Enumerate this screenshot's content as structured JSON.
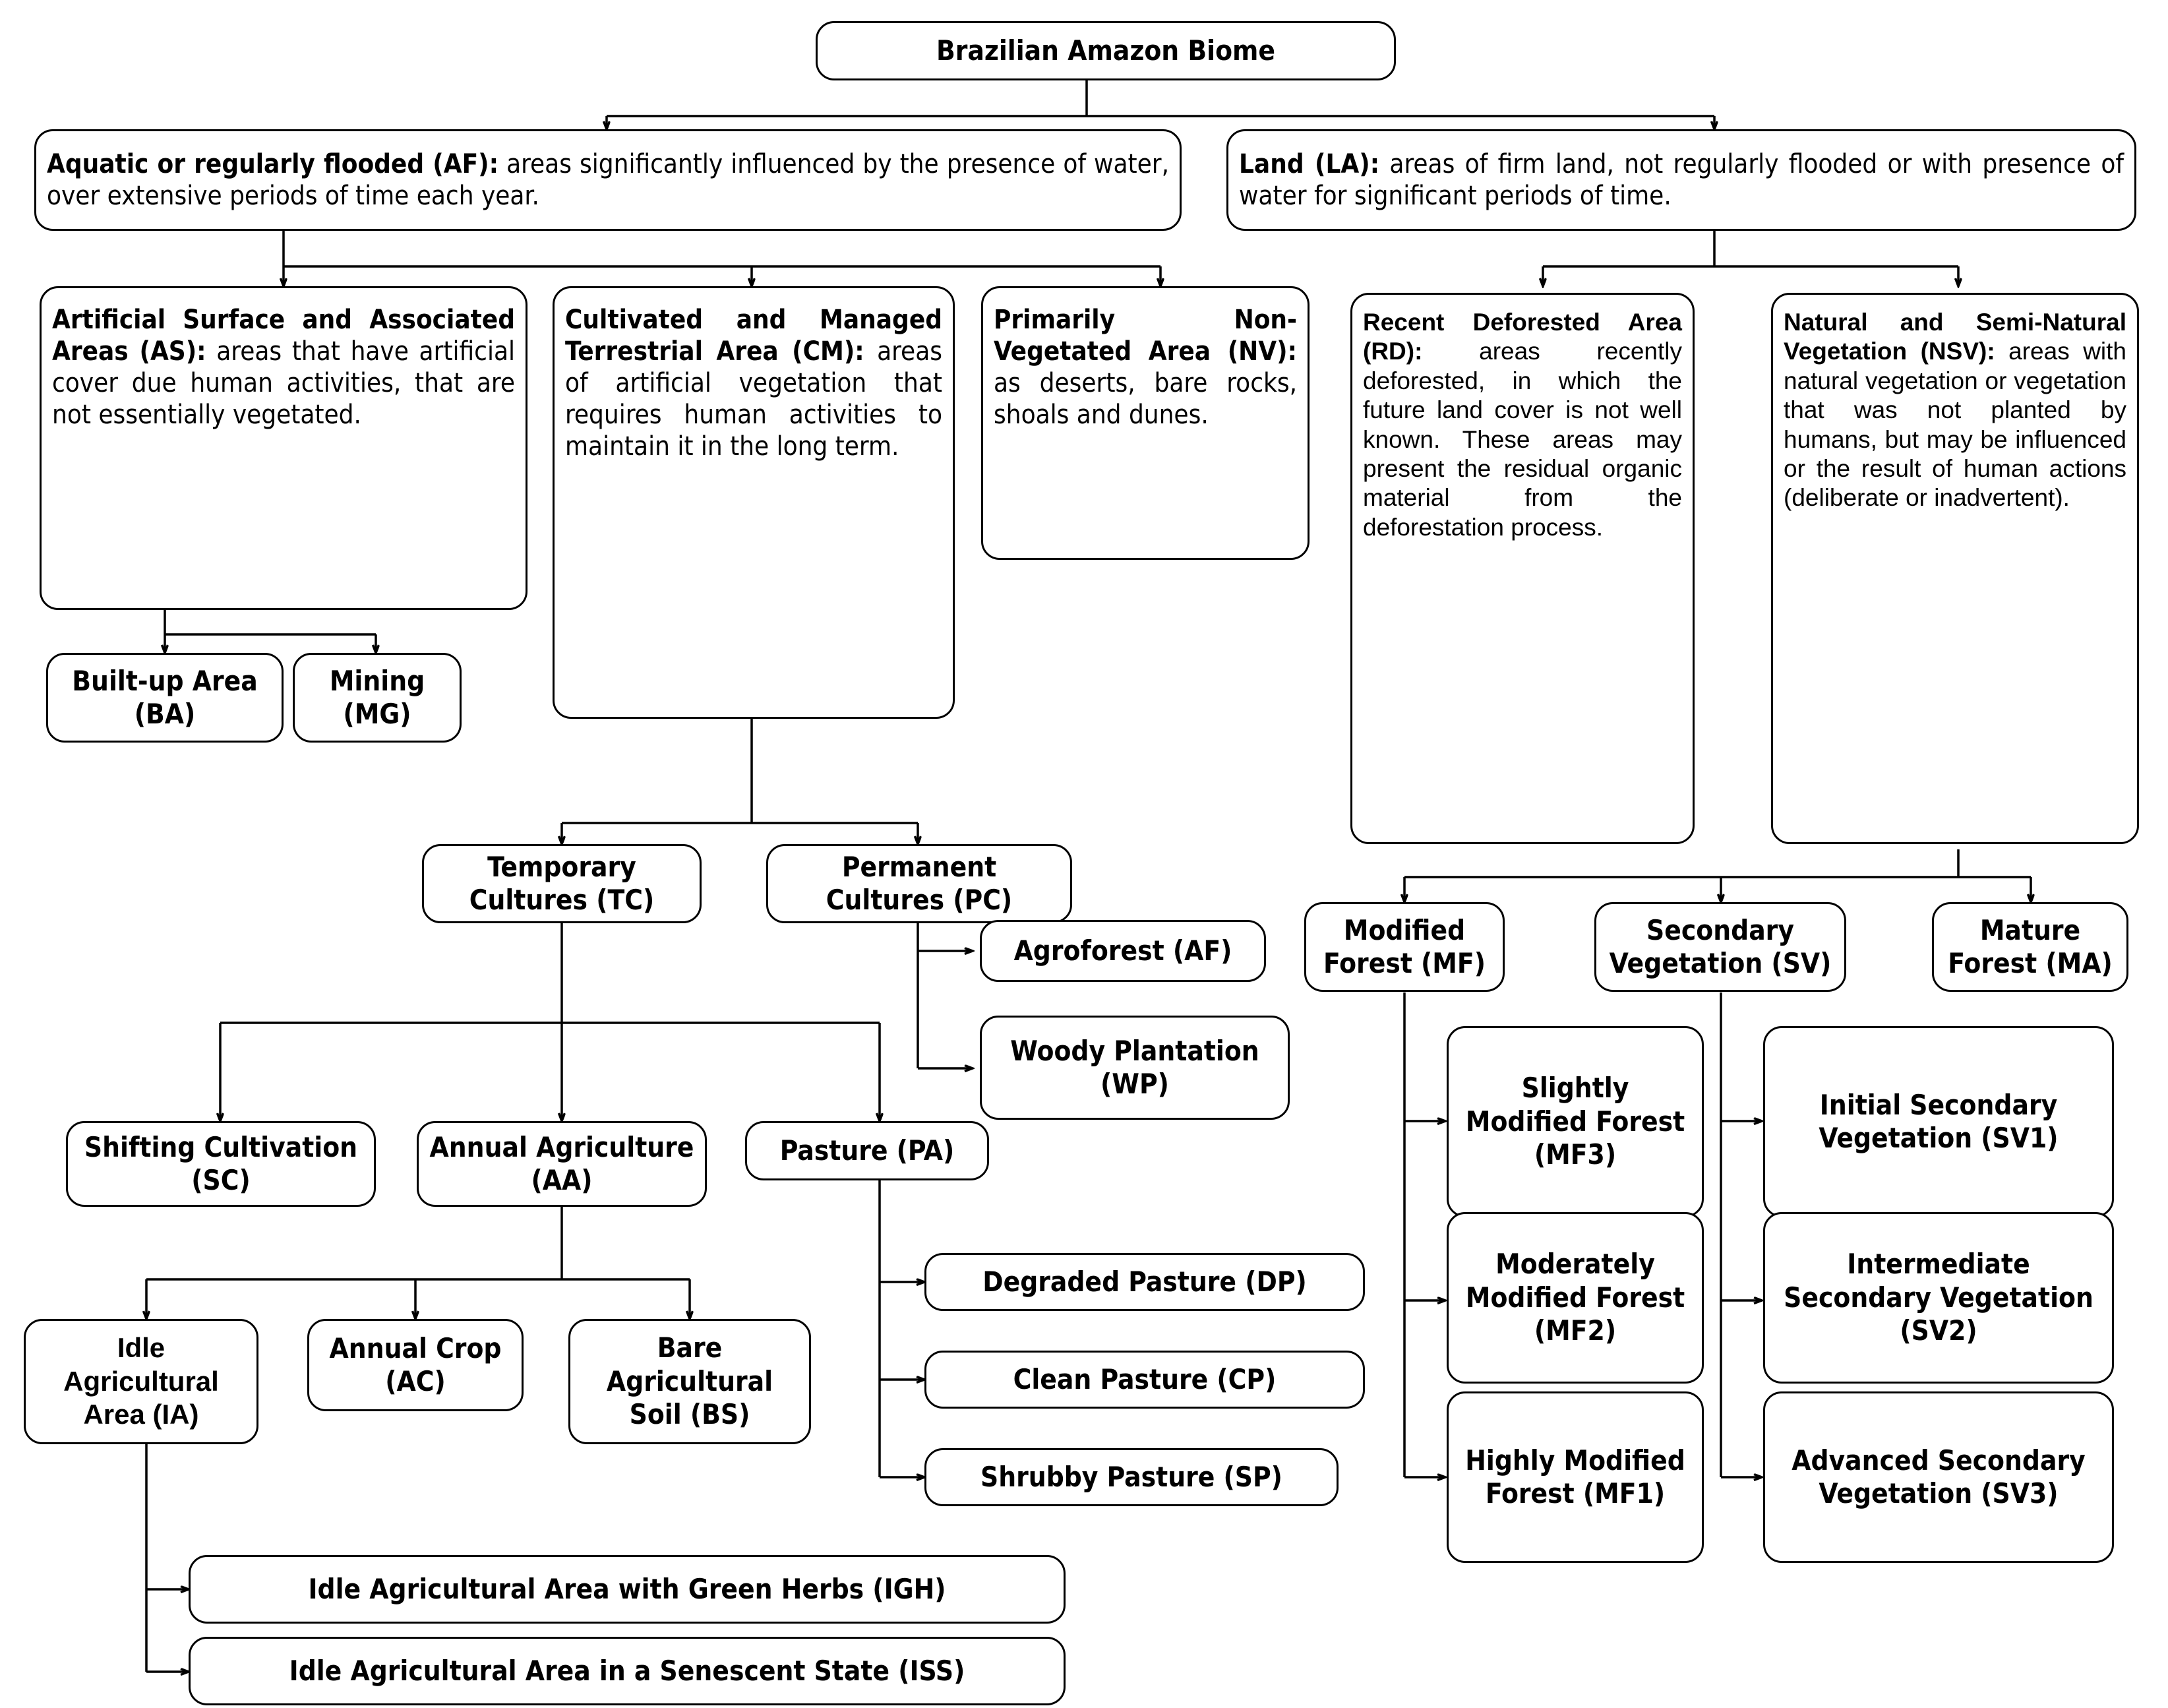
{
  "diagram": {
    "title": "Brazilian Amazon Biome land cover / land use legend hierarchy",
    "root": {
      "id": "root",
      "label": "Brazilian Amazon Biome"
    },
    "level1": [
      {
        "id": "AF",
        "code": "Aquatic or regularly flooded (AF):",
        "text": " areas significantly influenced by the presence of water, over extensive periods of time each year."
      },
      {
        "id": "LA",
        "code": "Land (LA):",
        "text": " areas of firm land, not regularly flooded or with presence of water for significant periods of time."
      }
    ],
    "level2": [
      {
        "id": "AS",
        "code": "Artificial Surface and Associated Areas (AS):",
        "text": " areas that have artificial cover due human activities, that are not essentially vegetated."
      },
      {
        "id": "CM",
        "code": "Cultivated and Managed Terrestrial Area (CM):",
        "text": " areas of artificial vegetation that requires human activities to maintain it in the long term."
      },
      {
        "id": "NV",
        "code": "Primarily Non-Vegetated Area (NV):",
        "text": " as deserts, bare rocks, shoals and dunes."
      },
      {
        "id": "RD",
        "code": "Recent Deforested Area (RD):",
        "text": " areas recently deforested, in which the future land cover is not well known. These areas may present the residual organic material from the deforestation process."
      },
      {
        "id": "NSV",
        "code": "Natural and Semi-Natural Vegetation (NSV):",
        "text": " areas with natural vegetation or vegetation that was not planted by humans, but may be influenced or the result of human actions (deliberate or inadvertent)."
      }
    ],
    "leaves": {
      "BA": "Built-up Area (BA)",
      "MG": "Mining (MG)",
      "TC": "Temporary Cultures (TC)",
      "PC": "Permanent Cultures (PC)",
      "AFO": "Agroforest (AF)",
      "WP": "Woody Plantation (WP)",
      "SC": "Shifting Cultivation (SC)",
      "AA": "Annual Agriculture (AA)",
      "PA": "Pasture (PA)",
      "IA": "Idle Agricultural Area (IA)",
      "AC": "Annual Crop (AC)",
      "BS": "Bare Agricultural Soil (BS)",
      "DP": "Degraded Pasture (DP)",
      "CP": "Clean Pasture (CP)",
      "SP": "Shrubby Pasture (SP)",
      "IGH": "Idle Agricultural Area  with Green Herbs (IGH)",
      "ISS": "Idle Agricultural Area in a Senescent State (ISS)",
      "MF": "Modified Forest (MF)",
      "SV": "Secondary Vegetation (SV)",
      "MA": "Mature Forest (MA)",
      "MF3": "Slightly Modified Forest (MF3)",
      "MF2": "Moderately Modified Forest (MF2)",
      "MF1": "Highly Modified Forest (MF1)",
      "SV1": "Initial Secondary Vegetation (SV1)",
      "SV2": "Intermediate Secondary Vegetation (SV2)",
      "SV3": "Advanced Secondary Vegetation (SV3)"
    },
    "edges": [
      {
        "from": "root",
        "to": "AF"
      },
      {
        "from": "root",
        "to": "LA"
      },
      {
        "from": "AF",
        "to": "AS"
      },
      {
        "from": "AF",
        "to": "CM"
      },
      {
        "from": "AF",
        "to": "NV"
      },
      {
        "from": "LA",
        "to": "RD"
      },
      {
        "from": "LA",
        "to": "NSV"
      },
      {
        "from": "AS",
        "to": "BA"
      },
      {
        "from": "AS",
        "to": "MG"
      },
      {
        "from": "CM",
        "to": "TC"
      },
      {
        "from": "CM",
        "to": "PC"
      },
      {
        "from": "PC",
        "to": "AFO"
      },
      {
        "from": "PC",
        "to": "WP"
      },
      {
        "from": "TC",
        "to": "SC"
      },
      {
        "from": "TC",
        "to": "AA"
      },
      {
        "from": "TC",
        "to": "PA"
      },
      {
        "from": "AA",
        "to": "IA"
      },
      {
        "from": "AA",
        "to": "AC"
      },
      {
        "from": "AA",
        "to": "BS"
      },
      {
        "from": "PA",
        "to": "DP"
      },
      {
        "from": "PA",
        "to": "CP"
      },
      {
        "from": "PA",
        "to": "SP"
      },
      {
        "from": "IA",
        "to": "IGH"
      },
      {
        "from": "IA",
        "to": "ISS"
      },
      {
        "from": "NSV",
        "to": "MF"
      },
      {
        "from": "NSV",
        "to": "SV"
      },
      {
        "from": "NSV",
        "to": "MA"
      },
      {
        "from": "MF",
        "to": "MF3"
      },
      {
        "from": "MF",
        "to": "MF2"
      },
      {
        "from": "MF",
        "to": "MF1"
      },
      {
        "from": "SV",
        "to": "SV1"
      },
      {
        "from": "SV",
        "to": "SV2"
      },
      {
        "from": "SV",
        "to": "SV3"
      }
    ],
    "colors": {
      "stroke": "#000000",
      "fill": "#ffffff",
      "text": "#000000"
    }
  }
}
